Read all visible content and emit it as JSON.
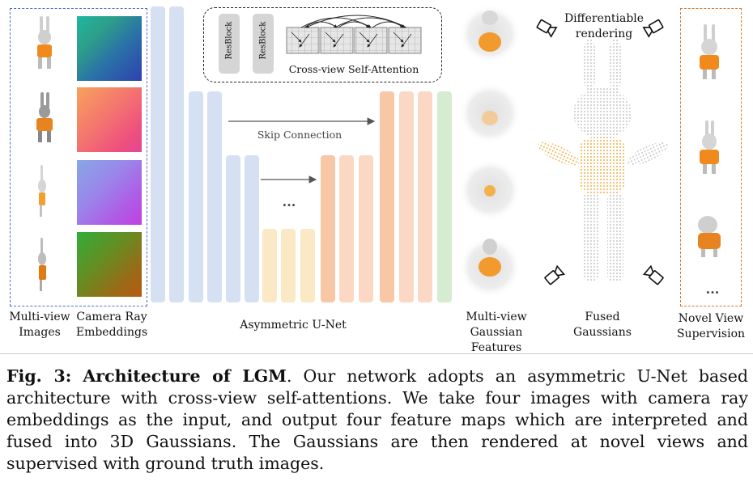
{
  "labels": {
    "multiview_images": [
      "Multi-view",
      "Images"
    ],
    "camera_ray": [
      "Camera Ray",
      "Embeddings"
    ],
    "unet": "Asymmetric U-Net",
    "mv_gaussian": [
      "Multi-view",
      "Gaussian Features"
    ],
    "fused": [
      "Fused",
      "Gaussians"
    ],
    "novel": [
      "Novel View",
      "Supervision"
    ],
    "diff_render": [
      "Differentiable",
      "rendering"
    ],
    "skip": "Skip Connection",
    "resblock": "ResBlock",
    "cross_attn": "Cross-view Self-Attention",
    "ellipsis": "...",
    "novel_ellipsis": "..."
  },
  "caption": {
    "fig": "Fig. 3:",
    "title": "Architecture of LGM",
    "text": ". Our network adopts an asymmetric U-Net based architecture with cross-view self-attentions. We take four images with camera ray embeddings as the input, and output four feature maps which are interpreted and fused into 3D Gaussians. The Gaussians are then rendered at novel views and supervised with ground truth images."
  },
  "colors": {
    "blue_bar": "#d6e0f3",
    "yellow_bar": "#fbe8c4",
    "orange_bar": "#f8c7a6",
    "peach_bar": "#fbd8c4",
    "green_bar": "#d6ecd0",
    "blue_dash": "#4a6fc7",
    "orange_dash": "#d9772a"
  }
}
